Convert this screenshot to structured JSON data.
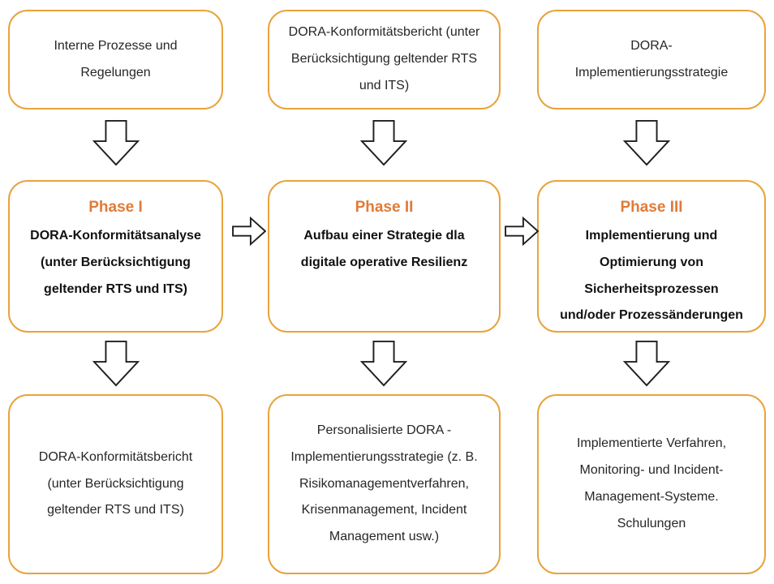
{
  "diagram": {
    "title_semantic": "DORA implementation phases flowchart",
    "colors": {
      "box_border": "#E8A33D",
      "phase_title": "#E07B39",
      "arrow_outline": "#1f1f1f",
      "body_text": "#262626"
    },
    "icons": {
      "down_arrow": "block-arrow-down",
      "right_arrow": "block-arrow-right"
    },
    "top_row": [
      {
        "text": "Interne Prozesse und\nRegelungen"
      },
      {
        "text": "DORA-Konformitätsbericht (unter\nBerücksichtigung geltender RTS\nund ITS)"
      },
      {
        "text": "DORA-\nImplementierungsstrategie"
      }
    ],
    "phase_row": [
      {
        "title": "Phase I",
        "text": "DORA-Konformitätsanalyse\n(unter Berücksichtigung\ngeltender RTS und ITS)"
      },
      {
        "title": "Phase II",
        "text": "Aufbau einer Strategie dla\ndigitale operative Resilienz"
      },
      {
        "title": "Phase III",
        "text": "Implementierung und\nOptimierung von\nSicherheitsprozessen\nund/oder Prozessänderungen"
      }
    ],
    "bottom_row": [
      {
        "text": "DORA-Konformitätsbericht\n(unter Berücksichtigung\ngeltender RTS und ITS)"
      },
      {
        "text": "Personalisierte DORA -\nImplementierungsstrategie (z. B.\nRisikomanagementverfahren,\nKrisenmanagement, Incident\nManagement usw.)"
      },
      {
        "text": "Implementierte Verfahren,\nMonitoring- und Incident-\nManagement-Systeme.\nSchulungen"
      }
    ]
  }
}
